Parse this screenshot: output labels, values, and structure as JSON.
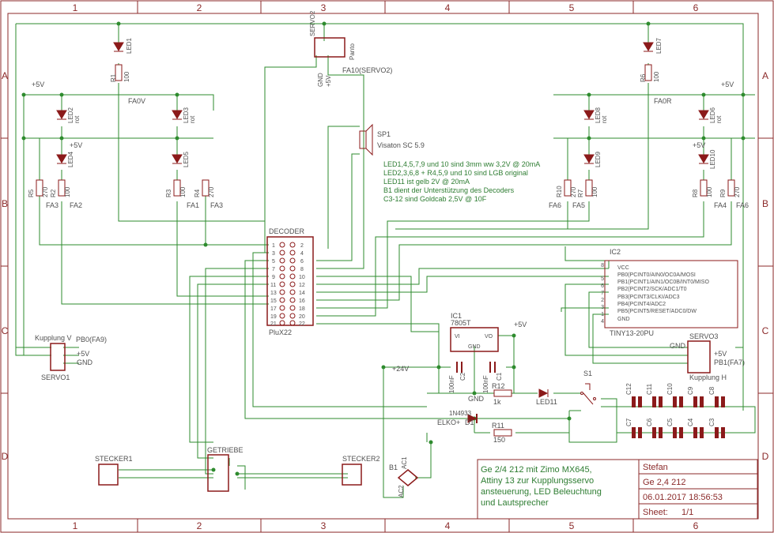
{
  "frame": {
    "columns": [
      "1",
      "2",
      "3",
      "4",
      "5",
      "6"
    ],
    "rows": [
      "A",
      "B",
      "C",
      "D"
    ]
  },
  "colors": {
    "wire": "#2e8b2e",
    "part": "#8b1a1a",
    "frame": "#8b2a2a",
    "label": "#505050",
    "note": "#2e7d32"
  },
  "notes": {
    "line1": "LED1,4,5,7,9 und 10 sind 3mm ww 3,2V @ 20mA",
    "line2": "LED2,3,6,8 + R4,5,9 und 10 sind LGB original",
    "line3": "LED11 ist gelb 2V @ 20mA",
    "line4": "B1 dient der Unterstützung des Decoders",
    "line5": "C3-12 sind Goldcab 2,5V @ 10F"
  },
  "labels": {
    "servo2": "SERVO2",
    "panto": "Panto",
    "gnd": "GND",
    "plus5v": "+5V",
    "fa10": "FA10(SERVO2)",
    "led1": "LED1",
    "led7": "LED7",
    "r1": "R1",
    "r6": "R6",
    "ohm100": "100",
    "ohm270": "270",
    "ohm150": "150",
    "ohm1k": "1k",
    "fa0v": "FA0V",
    "fa0r": "FA0R",
    "led2": "LED2",
    "led3": "LED3",
    "led4": "LED4",
    "led5": "LED5",
    "led6": "LED6",
    "led8": "LED8",
    "led9": "LED9",
    "led10": "LED10",
    "led11": "LED11",
    "rot": "rot",
    "r2": "R2",
    "r3": "R3",
    "r4": "R4",
    "r5": "R5",
    "r7": "R7",
    "r8": "R8",
    "r9": "R9",
    "r10": "R10",
    "r11": "R11",
    "r12": "R12",
    "fa1": "FA1",
    "fa2": "FA2",
    "fa3": "FA3",
    "fa4": "FA4",
    "fa5": "FA5",
    "fa6": "FA6",
    "sp1": "SP1",
    "speaker": "Visaton SC 5.9",
    "decoder": "DECODER",
    "plux22": "PluX22",
    "ic1": "IC1",
    "ic1_type": "7805T",
    "vi": "VI",
    "vo": "VO",
    "ic2": "IC2",
    "ic2_type": "TINY13-20PU",
    "c1": "C1",
    "c2": "C2",
    "cap100nf": "100nF",
    "plus24v": "+24V",
    "s1": "S1",
    "d1": "D1",
    "diode_type": "1N4933",
    "elko": "ELKO+",
    "kupplung_v": "Kupplung V",
    "pb0": "PB0(FA9)",
    "servo1": "SERVO1",
    "servo3": "SERVO3",
    "pb1": "PB1(FA7)",
    "kupplung_h": "Kupplung H",
    "stecker1": "STECKER1",
    "stecker2": "STECKER2",
    "getriebe": "GETRIEBE",
    "b1": "B1",
    "ac1": "AC1",
    "ac2": "AC2",
    "c3": "C3",
    "c4": "C4",
    "c5": "C5",
    "c6": "C6",
    "c7": "C7",
    "c8": "C8",
    "c9": "C9",
    "c10": "C10",
    "c11": "C11",
    "c12": "C12"
  },
  "ic2_pins": {
    "p8": "VCC",
    "p5": "PB0(PCINT0/AIN0/OC0A/MOSI",
    "p6": "PB1(PCINT1/AIN1/OC0B/INT0/MISO",
    "p7": "PB2(PCINT2/SCK/ADC1/T0",
    "p2": "PB3(PCINT3/CLKI/ADC3",
    "p3": "PB4(PCINT4/ADC2",
    "p1": "PB5(PCINT5/RESET/ADC0/DW",
    "p4": "GND"
  },
  "title_block": {
    "description": "Ge 2/4 212 mit Zimo MX645, Attiny 13 zur Kupplungsservo ansteuerung, LED Beleuchtung und Lautsprecher",
    "desc1": "Ge 2/4 212 mit Zimo MX645,",
    "desc2": "Attiny 13 zur Kupplungsservo",
    "desc3": "ansteuerung, LED Beleuchtung",
    "desc4": "und Lautsprecher",
    "author": "Stefan",
    "drawing": "Ge 2,4 212",
    "date": "06.01.2017 18:56:53",
    "sheet_label": "Sheet:",
    "sheet_value": "1/1"
  }
}
